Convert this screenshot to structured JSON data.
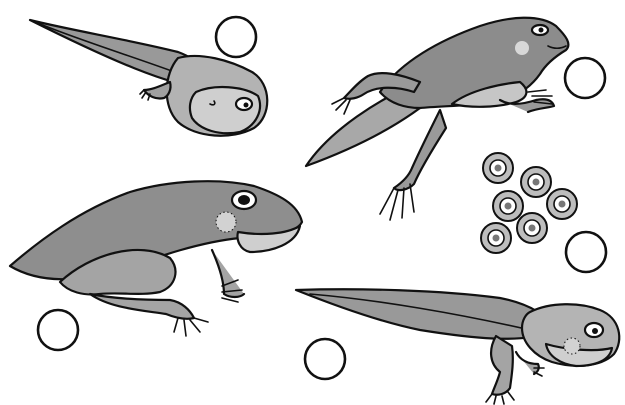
{
  "task": {
    "answer_circles": [
      {
        "stage": "tadpole-with-back-legs",
        "value": ""
      },
      {
        "stage": "froglet-with-tail",
        "value": ""
      },
      {
        "stage": "frog-eggs",
        "value": ""
      },
      {
        "stage": "adult-frog",
        "value": ""
      },
      {
        "stage": "tadpole-with-four-legs",
        "value": ""
      }
    ]
  },
  "colors": {
    "outline": "#111111",
    "skin_dark": "#8a8a8a",
    "skin_mid": "#a6a6a6",
    "skin_light": "#c4c4c4",
    "belly": "#d4d4d4",
    "egg_ring": "#bdbdbd",
    "background": "#ffffff"
  }
}
